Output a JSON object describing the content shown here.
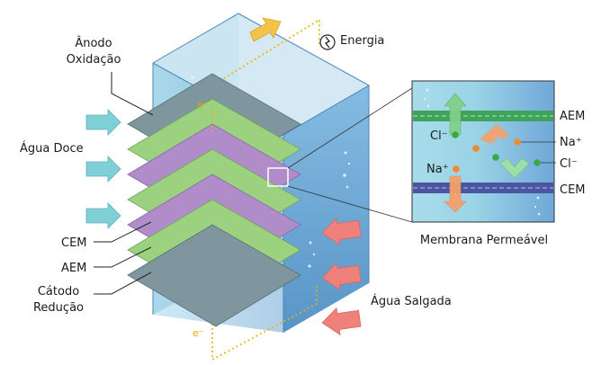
{
  "labels": {
    "anodo_line1": "Ânodo",
    "anodo_line2": "Oxidação",
    "agua_doce": "Água Doce",
    "cem": "CEM",
    "aem": "AEM",
    "catodo_line1": "Cátodo",
    "catodo_line2": "Redução",
    "energia": "Energia",
    "agua_salgada": "Água Salgada",
    "membrana": "Membrana Permeável",
    "electron_top": "e⁻",
    "electron_bottom": "e⁻"
  },
  "inset": {
    "aem": "AEM",
    "cem": "CEM",
    "cl_left": "Cl⁻",
    "na_left": "Na⁺",
    "na_right": "Na⁺",
    "cl_right": "Cl⁻"
  },
  "colors": {
    "green_plate": "#9bd17f",
    "purple_plate": "#b08cc9",
    "gray_plate": "#7f969e",
    "box_front": "#7fb6dc",
    "box_side": "#6ea7d0",
    "box_top": "#cfe7f2",
    "fresh_arrow": "#7fcfd6",
    "salt_arrow": "#f0807a",
    "wire": "#e6b400",
    "ion_green": "#3aa84a",
    "ion_orange": "#f08a2a"
  }
}
